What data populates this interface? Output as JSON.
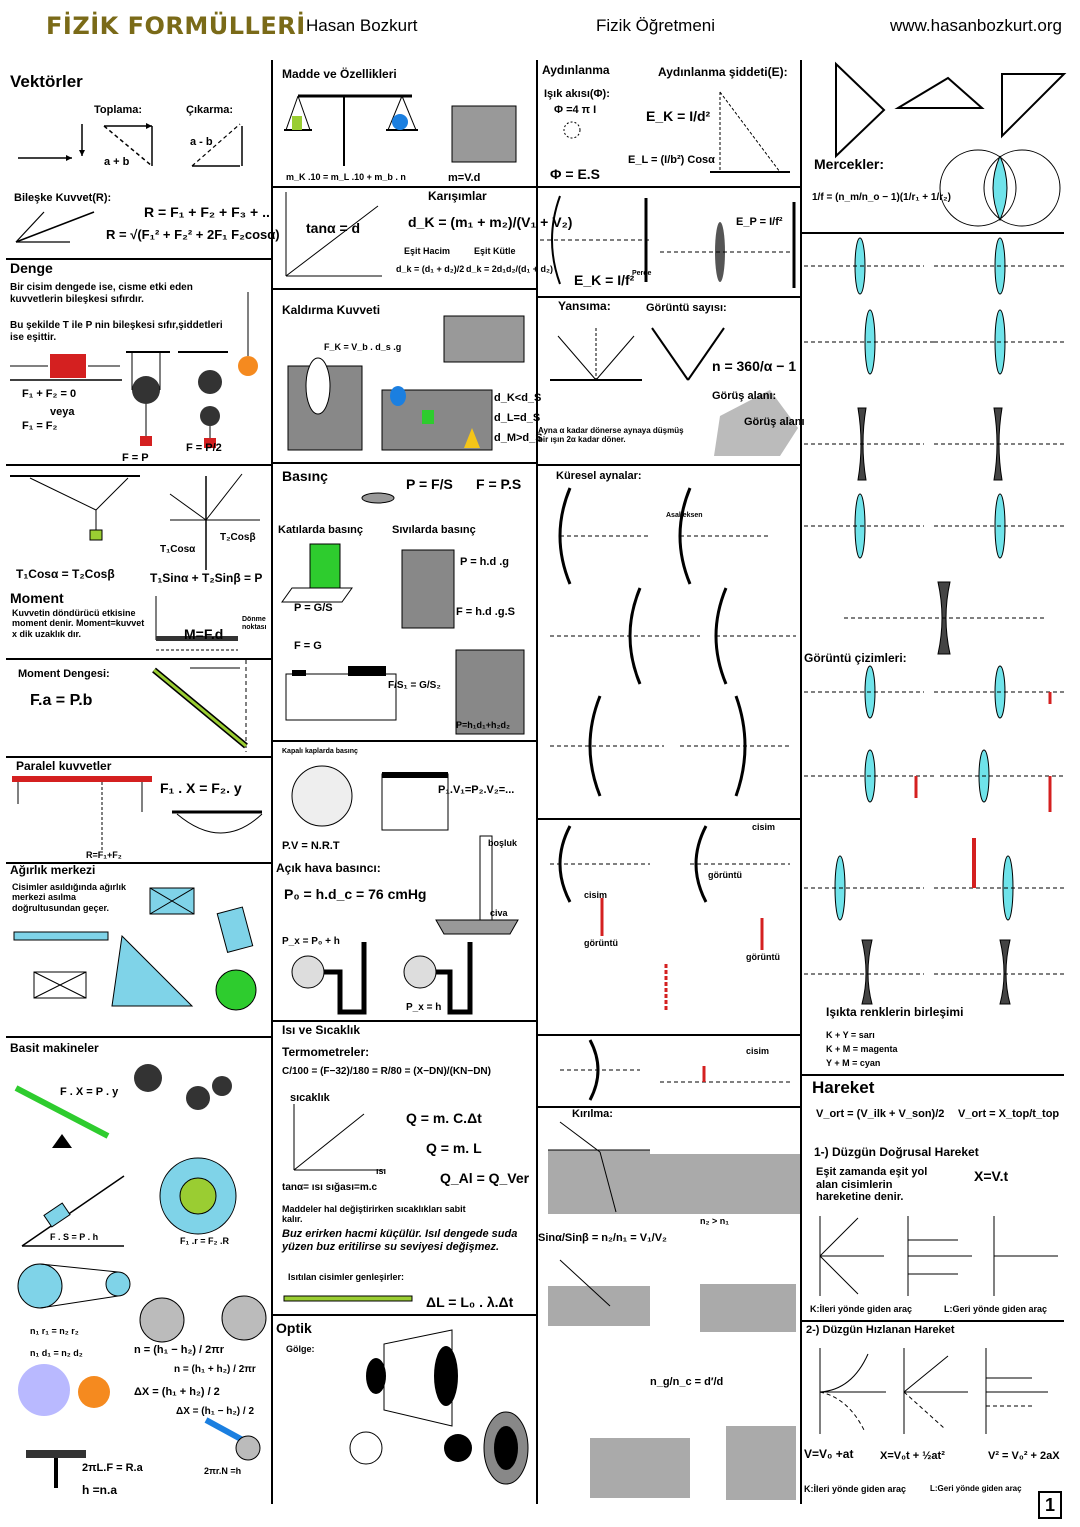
{
  "header": {
    "brand": "FİZİK FORMÜLLERİ",
    "author": "Hasan Bozkurt",
    "role": "Fizik Öğretmeni",
    "site": "www.hasanbozkurt.org"
  },
  "col1": {
    "vektorler": "Vektörler",
    "toplama": "Toplama:",
    "cikarma": "Çıkarma:",
    "sum_label": "a + b",
    "diff_label": "a - b",
    "bileske": "Bileşke Kuvvet(R):",
    "r_sum": "R = F₁ + F₂ + F₃ + ..",
    "r_formula": "R = √(F₁² + F₂² + 2F₁ F₂cosα)",
    "denge": "Denge",
    "denge_t1": "Bir cisim dengede ise, cisme etki eden kuvvetlerin bileşkesi sıfırdır.",
    "denge_t2": "Bu şekilde T ile P nin bileşkesi sıfır,şiddetleri ise eşittir.",
    "f1f2_zero": "F₁ + F₂ = 0",
    "veya": "veya",
    "f1_eq_f2": "F₁ = F₂",
    "f_eq_p": "F = P",
    "f_eq_p2": "F = P/2",
    "tcos": "T₁Cosα = T₂Cosβ",
    "tsin": "T₁Sinα + T₂Sinβ = P",
    "t1cos_lbl": "T₁Cosα",
    "t2cos_lbl": "T₂Cosβ",
    "moment": "Moment",
    "moment_t": "Kuvvetin döndürücü etkisine moment denir. Moment=kuvvet x dik uzaklık dır.",
    "m_fd": "M=F.d",
    "donme": "Dönme noktası",
    "moment_dengesi": "Moment Dengesi:",
    "fa_pb": "F.a = P.b",
    "paralel": "Paralel kuvvetler",
    "f1x_f2y": "F₁ . X = F₂. y",
    "r_f1f2": "R=F₁+F₂",
    "agirlik": "Ağırlık merkezi",
    "agirlik_t": "Cisimler asıldığında ağırlık merkezi asılma doğrultusundan geçer.",
    "basit": "Basit makineler",
    "fx_py": "F . X = P . y",
    "fs_ph": "F . S = P . h",
    "f1r_f2r": "F₁ .r = F₂ .R",
    "n1r1": "n₁ r₁ = n₂ r₂",
    "n1d1": "n₁ d₁ = n₂ d₂",
    "n_h1h2": "n = (h₁ − h₂) / 2πr",
    "n_h1h2b": "n = (h₁ + h₂) / 2πr",
    "dx_sum": "ΔX = (h₁ + h₂) / 2",
    "dx_diff": "ΔX = (h₁ − h₂) / 2",
    "two_pi": "2πL.F = R.a",
    "h_na": "h =n.a",
    "two_pi_rn": "2πr.N =h"
  },
  "col2": {
    "madde": "Madde ve Özellikleri",
    "scale_eq": "m_K .10 = m_L .10 + m_b . n",
    "m_vd": "m=V.d",
    "karisimlar": "Karışımlar",
    "tan_d": "tanα = d",
    "dk_formula": "d_K = (m₁ + m₂)/(V₁ + V₂)",
    "esit_hacim": "Eşit Hacim",
    "esit_kutle": "Eşit Kütle",
    "dk_hacim": "d_k = (d₁ + d₂)/2",
    "dk_kutle": "d_k = 2d₁d₂/(d₁ + d₂)",
    "kaldirma": "Kaldırma Kuvveti",
    "fk": "F_K = V_b . d_s .g",
    "dk_lt": "d_K<d_S",
    "dl_eq": "d_L=d_S",
    "dm_gt": "d_M>d_S",
    "basinc": "Basınç",
    "p_fs": "P = F/S",
    "f_ps": "F = P.S",
    "katilar": "Katılarda basınç",
    "sivilar": "Sıvılarda basınç",
    "p_hdg": "P = h.d .g",
    "p_gs": "P = G/S",
    "f_hdgs": "F = h.d .g.S",
    "f_g": "F = G",
    "f1s1": "F/S₁ = G/S₂",
    "p_h1d1": "P=h₁d₁+h₂d₂",
    "kapali": "Kapalı kaplarda basınç",
    "pv": "P₁.V₁=P₂.V₂=...",
    "pvnrt": "P.V = N.R.T",
    "acik": "Açık hava basıncı:",
    "p0": "P₀ = h.d_c = 76 cmHg",
    "px_p0h": "P_x = P₀ + h",
    "px_h": "P_x = h",
    "bosluk": "boşluk",
    "civa": "civa",
    "isi": "Isı ve Sıcaklık",
    "termometre": "Termometreler:",
    "termo_eq": "C/100 = (F−32)/180 = R/80 = (X−DN)/(KN−DN)",
    "sicaklik": "sıcaklık",
    "isi_lbl": "ısı",
    "q_mct": "Q = m. C.Δt",
    "q_ml": "Q = m. L",
    "qal_qver": "Q_Al = Q_Ver",
    "tan_isi": "tanα= ısı sığası=m.c",
    "hal_t": "Maddeler hal değiştirirken sıcaklıkları sabit kalır.",
    "buz_t": "Buz erirken hacmi küçülür. Isıl dengede suda yüzen buz eritilirse su seviyesi değişmez.",
    "genles": "Isıtılan cisimler genleşirler:",
    "dl_eq2": "ΔL = L₀ . λ.Δt",
    "optik": "Optik",
    "golge": "Gölge:"
  },
  "col3": {
    "aydinlanma": "Aydınlanma",
    "aydin_siddet": "Aydınlanma şiddeti(E):",
    "isik_akisi": "Işık akısı(Φ):",
    "phi_4pi": "Φ =4 π I",
    "ek": "E_K = I/d²",
    "el": "E_L = (I/b²) Cosα",
    "phi_es": "Φ = E.S",
    "ek2": "E_K = I/f²",
    "ep": "E_P = I/f²",
    "perde": "Perde",
    "yansima": "Yansıma:",
    "goruntu_sayisi": "Görüntü sayısı:",
    "n_360": "n = 360/α − 1",
    "gorus_alani": "Görüş alanı:",
    "gorus": "Görüş alanı",
    "ayna_t": "Ayna α kadar dönerse aynaya düşmüş bir ışın 2α kadar döner.",
    "kuresel": "Küresel aynalar:",
    "asal": "Asal eksen",
    "kirilma": "Kırılma:",
    "n2_n1": "n₂ > n₁",
    "snell": "Sinα/Sinβ = n₂/n₁ = V₁/V₂",
    "ng_nc": "n_g/n_c = d′/d",
    "cisim": "cisim",
    "goruntu": "görüntü"
  },
  "col4": {
    "mercekler": "Mercekler:",
    "lens_eq": "1/f = (n_m/n_o − 1)(1/r₁ + 1/r₂)",
    "goruntu_cizim": "Görüntü çizimleri:",
    "renkler": "Işıkta renklerin birleşimi",
    "renk1": "K + Y = sarı",
    "renk2": "K + M = magenta",
    "renk3": "Y + M = cyan",
    "hareket": "Hareket",
    "vort1": "V_ort = (V_ilk + V_son)/2",
    "vort2": "V_ort = X_top/t_top",
    "ddh": "1-) Düzgün Doğrusal Hareket",
    "ddh_t": "Eşit zamanda eşit yol alan cisimlerin hareketine denir.",
    "x_vt": "X=V.t",
    "ileri": "K:İleri yönde giden araç",
    "geri": "L:Geri yönde giden araç",
    "dhh": "2-) Düzgün Hızlanan Hareket",
    "v_at": "V=V₀ +at",
    "x_eq": "X=V₀t + ½at²",
    "v2_eq": "V² = V₀² + 2aX"
  },
  "page_number": "1",
  "colors": {
    "green": "#2ecc2e",
    "cyan": "#6fe3ea",
    "red": "#d42020",
    "blue": "#1b7fe0",
    "orange": "#f58a1f",
    "brand": "#7a6a18",
    "yellow_lever": "#9acd32"
  }
}
